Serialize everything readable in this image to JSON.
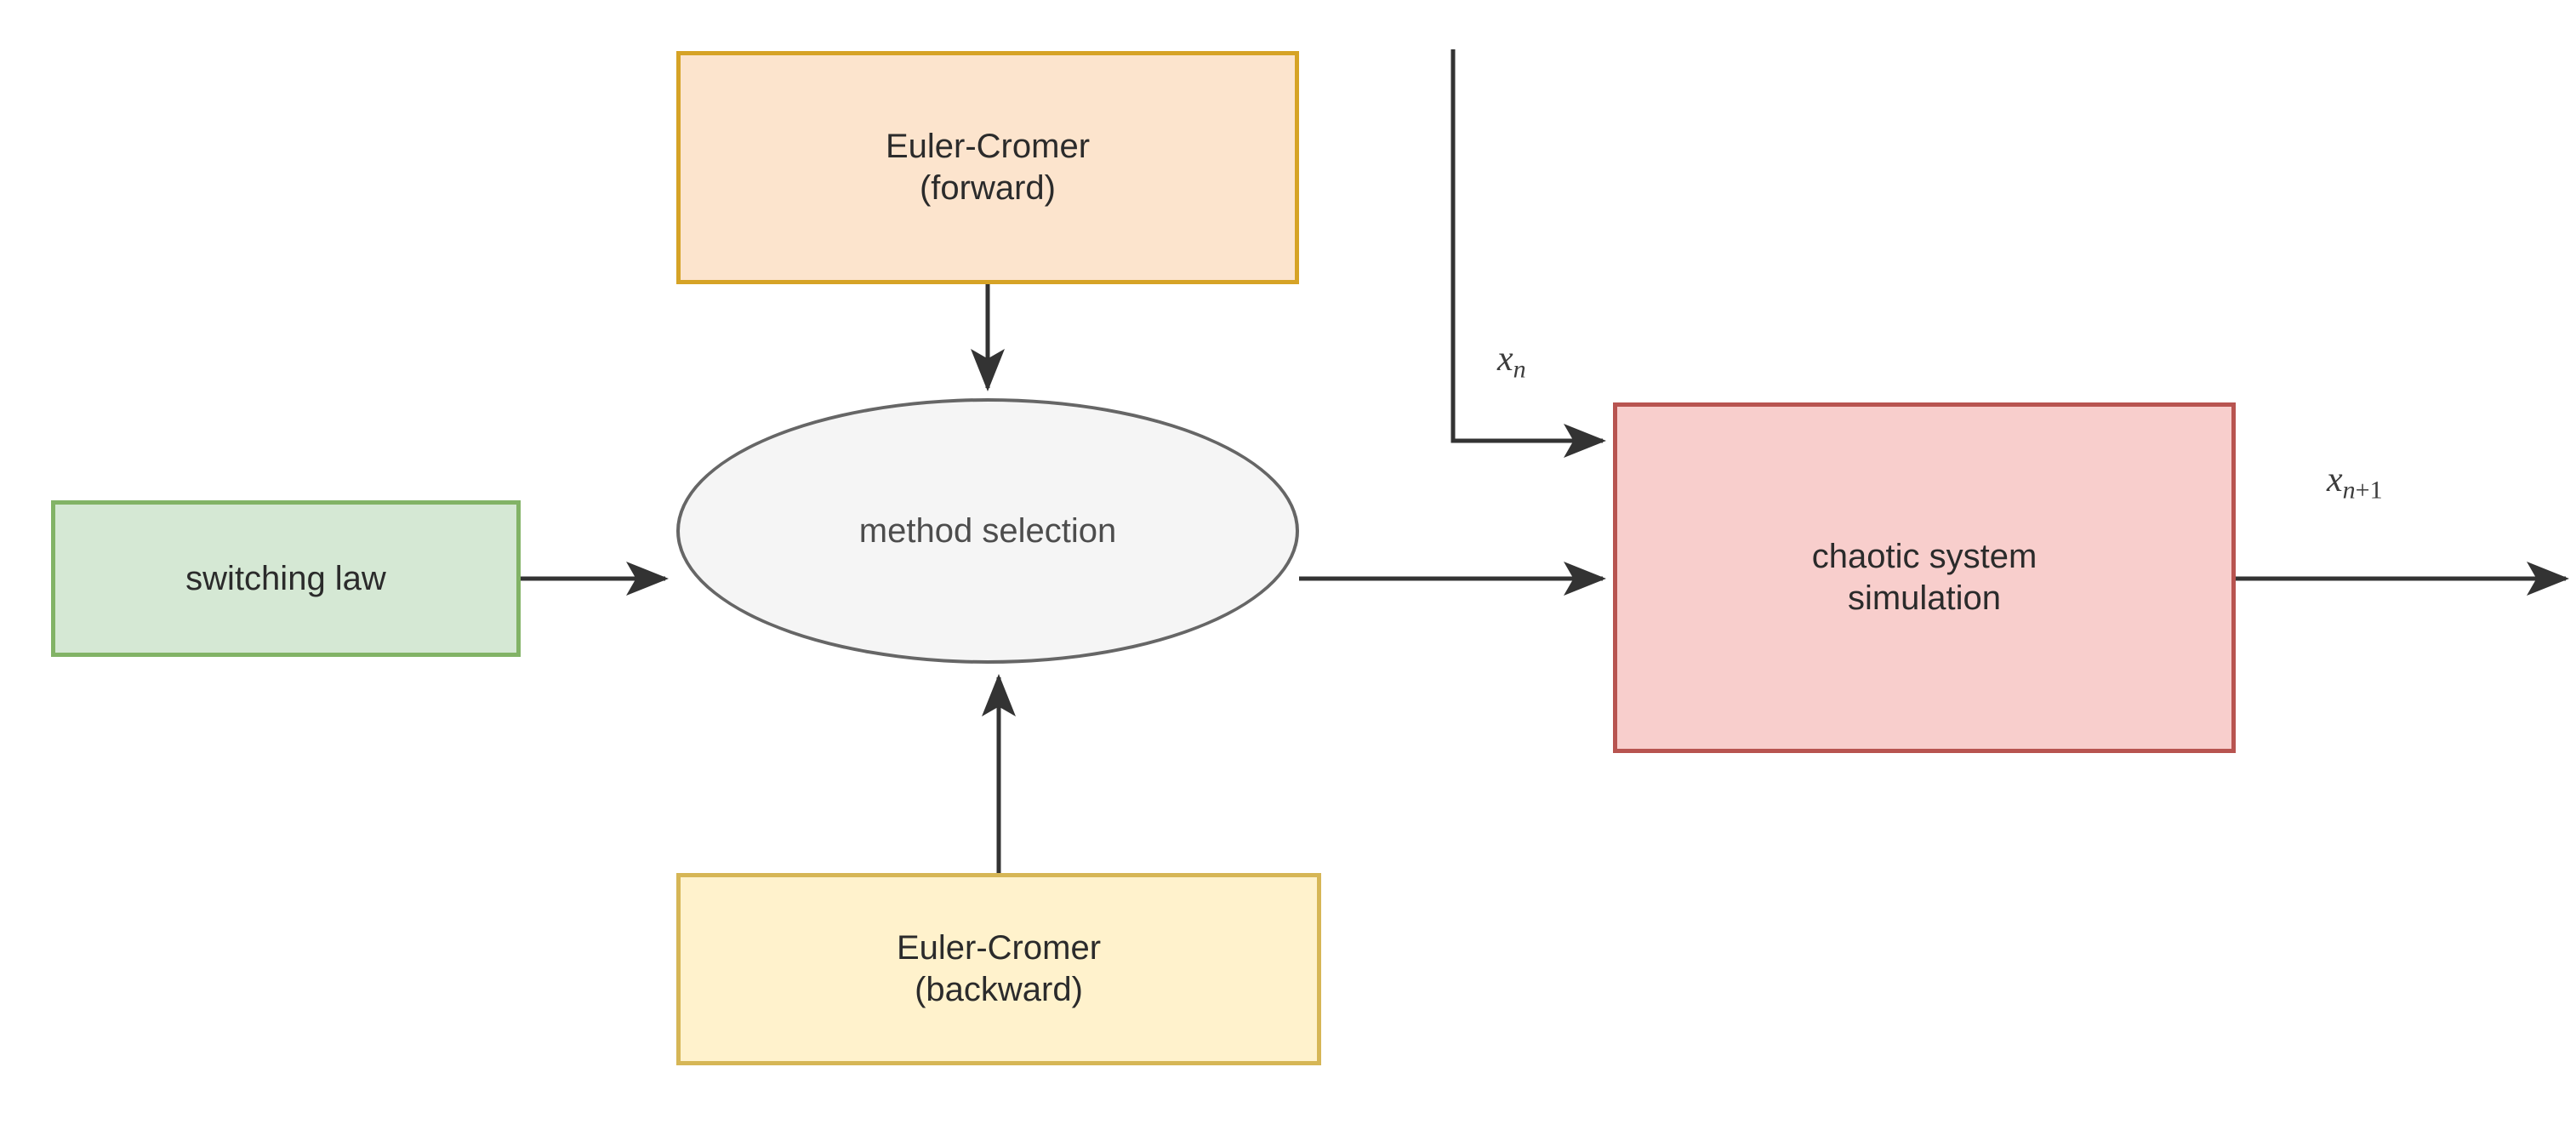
{
  "diagram": {
    "title": "chaotic system simulation flow with switching law and Euler-Cromer method selection",
    "background_color": "#ffffff",
    "nodes": [
      {
        "id": "switching-law",
        "label": "switching law",
        "shape": "rectangle",
        "fill": "#d5e8d4",
        "stroke": "#82b366"
      },
      {
        "id": "euler-cromer-forward",
        "label": "Euler-Cromer\n(forward)",
        "shape": "rectangle",
        "fill": "#fce4cd",
        "stroke": "#d6a326"
      },
      {
        "id": "method-selection",
        "label": "method selection",
        "shape": "ellipse",
        "fill": "#f5f5f5",
        "stroke": "#666666"
      },
      {
        "id": "euler-cromer-backward",
        "label": "Euler-Cromer\n(backward)",
        "shape": "rectangle",
        "fill": "#fff2cc",
        "stroke": "#d6b656"
      },
      {
        "id": "chaotic-system-simulation",
        "label": "chaotic system\nsimulation",
        "shape": "rectangle",
        "fill": "#f8cecc",
        "stroke": "#b85450"
      }
    ],
    "edges": [
      {
        "id": "switching-to-method",
        "from": "switching-law",
        "to": "method-selection",
        "label": ""
      },
      {
        "id": "forward-to-method",
        "from": "euler-cromer-forward",
        "to": "method-selection",
        "label": ""
      },
      {
        "id": "backward-to-method",
        "from": "euler-cromer-backward",
        "to": "method-selection",
        "label": ""
      },
      {
        "id": "method-to-chaotic",
        "from": "method-selection",
        "to": "chaotic-system-simulation",
        "label": ""
      },
      {
        "id": "feedback-to-chaotic",
        "from": "chaotic-system-simulation",
        "to": "chaotic-system-simulation",
        "label": "x_n"
      },
      {
        "id": "chaotic-output",
        "from": "chaotic-system-simulation",
        "to": "",
        "label": "x_n+1"
      }
    ],
    "edge_labels": {
      "x_n": {
        "base": "x",
        "sub": "n"
      },
      "x_n1": {
        "base": "x",
        "sub": "n",
        "sub_suffix": "+1"
      }
    },
    "edge_color": "#333333"
  }
}
